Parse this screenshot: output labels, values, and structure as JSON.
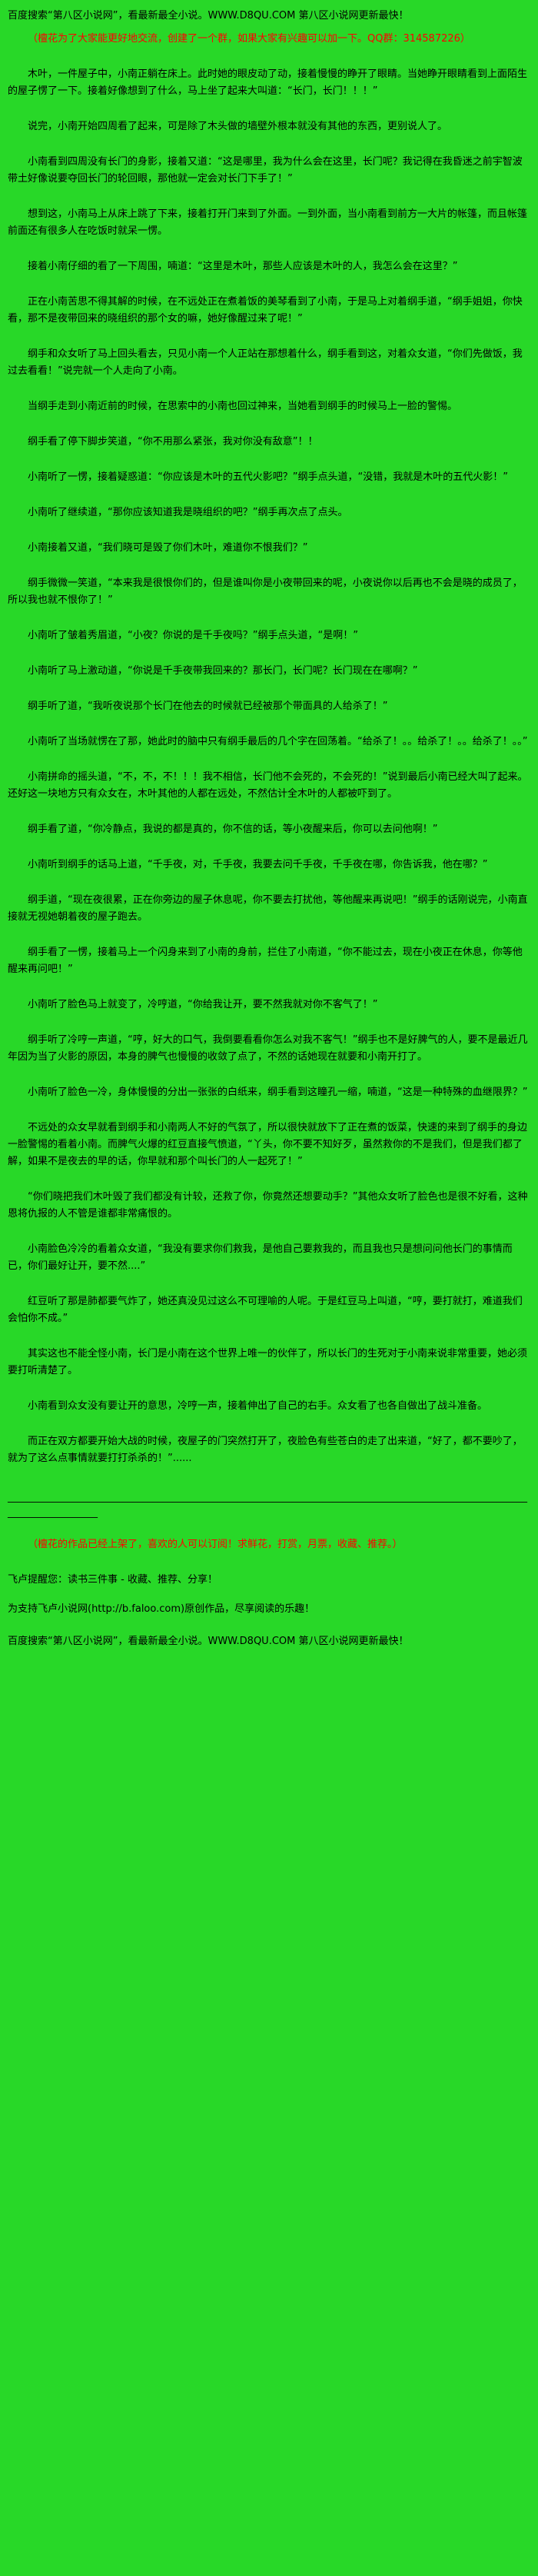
{
  "page": {
    "bg_color": "#28d828",
    "text_color": "#000000",
    "accent_red": "#ff0000"
  },
  "header": {
    "promo": "百度搜索“第八区小说网”，看最新最全小说。WWW.D8QU.COM  第八区小说网更新最快！",
    "qq_notice": "（檀花为了大家能更好地交流，创建了一个群，如果大家有兴趣可以加一下。QQ群：314587226）"
  },
  "novel": {
    "paragraphs": [
      "木叶，一件屋子中，小南正躺在床上。此时她的眼皮动了动，接着慢慢的睁开了眼睛。当她睁开眼睛看到上面陌生的屋子愣了一下。接着好像想到了什么，马上坐了起来大叫道：“长门，长门！！！”",
      "说完，小南开始四周看了起来，可是除了木头做的墙壁外根本就没有其他的东西，更别说人了。",
      "小南看到四周没有长门的身影，接着又道：“这是哪里，我为什么会在这里，长门呢？我记得在我昏迷之前宇智波带土好像说要夺回长门的轮回眼，那他就一定会对长门下手了！”",
      "想到这，小南马上从床上跳了下来，接着打开门来到了外面。一到外面，当小南看到前方一大片的帐篷，而且帐篷前面还有很多人在吃饭时就呆一愣。",
      "接着小南仔细的看了一下周围，喃道：“这里是木叶，那些人应该是木叶的人，我怎么会在这里？”",
      "正在小南苦思不得其解的时候，在不远处正在煮着饭的美琴看到了小南，于是马上对着纲手道，“纲手姐姐，你快看，那不是夜带回来的晓组织的那个女的嘛，她好像醒过来了呢！”",
      "纲手和众女听了马上回头看去，只见小南一个人正站在那想着什么，纲手看到这，对着众女道，“你们先做饭，我过去看看！”说完就一个人走向了小南。",
      "当纲手走到小南近前的时候，在思索中的小南也回过神来，当她看到纲手的时候马上一脸的警惕。",
      "纲手看了停下脚步笑道，“你不用那么紧张，我对你没有敌意”！！",
      "小南听了一愣，接着疑惑道：“你应该是木叶的五代火影吧？”纲手点头道，“没错，我就是木叶的五代火影！”",
      "小南听了继续道，“那你应该知道我是晓组织的吧？”纲手再次点了点头。",
      "小南接着又道，“我们晓可是毁了你们木叶，难道你不恨我们？”",
      "纲手微微一笑道，“本来我是很恨你们的，但是谁叫你是小夜带回来的呢，小夜说你以后再也不会是晓的成员了，所以我也就不恨你了！”",
      "小南听了皱着秀眉道，“小夜？你说的是千手夜吗？”纲手点头道，“是啊！”",
      "小南听了马上激动道，“你说是千手夜带我回来的？那长门，长门呢？长门现在在哪啊？”",
      "纲手听了道，“我听夜说那个长门在他去的时候就已经被那个带面具的人给杀了！”",
      "小南听了当场就愣在了那，她此时的脑中只有纲手最后的几个字在回荡着。“给杀了！。。给杀了！。。给杀了！。。”",
      "小南拼命的摇头道，“不，不，不！！！我不相信，长门他不会死的，不会死的！”说到最后小南已经大叫了起来。还好这一块地方只有众女在，木叶其他的人都在远处，不然估计全木叶的人都被吓到了。",
      "纲手看了道，“你冷静点，我说的都是真的，你不信的话，等小夜醒来后，你可以去问他啊！”",
      "小南听到纲手的话马上道，“千手夜，对，千手夜，我要去问千手夜，千手夜在哪，你告诉我，他在哪？”",
      "纲手道，“现在夜很累，正在你旁边的屋子休息呢，你不要去打扰他，等他醒来再说吧！”纲手的话刚说完，小南直接就无视她朝着夜的屋子跑去。",
      "纲手看了一愣，接着马上一个闪身来到了小南的身前，拦住了小南道，“你不能过去，现在小夜正在休息，你等他醒来再问吧！”",
      "小南听了脸色马上就变了，冷哼道，“你给我让开，要不然我就对你不客气了！”",
      "纲手听了冷哼一声道，“哼，好大的口气，我倒要看看你怎么对我不客气！”纲手也不是好脾气的人，要不是最近几年因为当了火影的原因，本身的脾气也慢慢的收敛了点了，不然的话她现在就要和小南开打了。",
      "小南听了脸色一冷，身体慢慢的分出一张张的白纸来，纲手看到这瞳孔一缩，喃道，“这是一种特殊的血继限界？”",
      "不远处的众女早就看到纲手和小南两人不好的气氛了，所以很快就放下了正在煮的饭菜，快速的来到了纲手的身边一脸警惕的看着小南。而脾气火爆的红豆直接气愤道，“丫头，你不要不知好歹，虽然救你的不是我们，但是我们都了解，如果不是夜去的早的话，你早就和那个叫长门的人一起死了！”",
      "“你们晓把我们木叶毁了我们都没有计较，还救了你，你竟然还想要动手？”其他众女听了脸色也是很不好看，这种恩将仇报的人不管是谁都非常痛恨的。",
      "小南脸色冷冷的看着众女道，“我没有要求你们救我，是他自己要救我的，而且我也只是想问问他长门的事情而已，你们最好让开，要不然....”",
      "红豆听了那是肺都要气炸了，她还真没见过这么不可理喻的人呢。于是红豆马上叫道，“哼，要打就打，难道我们会怕你不成。”",
      "其实这也不能全怪小南，长门是小南在这个世界上唯一的伙伴了，所以长门的生死对于小南来说非常重要，她必须要打听清楚了。",
      "小南看到众女没有要让开的意思，冷哼一声，接着伸出了自己的右手。众女看了也各自做出了战斗准备。",
      "而正在双方都要开始大战的时候，夜屋子的门突然打开了，夜脸色有些苍白的走了出来道，“好了，都不要吵了，就为了这么点事情就要打打杀杀的！”......"
    ]
  },
  "footer": {
    "divider": "__________________________________________________________________________________________________________________________",
    "promo_red": "（檀花的作品已经上架了，喜欢的人可以订阅！求鲜花，打赏，月票，收藏、推荐。）",
    "reminder": "飞卢提醒您：读书三件事 - 收藏、推荐、分享！",
    "support": "为支持飞卢小说网(http://b.faloo.com)原创作品，尽享阅读的乐趣！",
    "promo_bottom": "百度搜索“第八区小说网”，看最新最全小说。WWW.D8QU.COM  第八区小说网更新最快！"
  }
}
